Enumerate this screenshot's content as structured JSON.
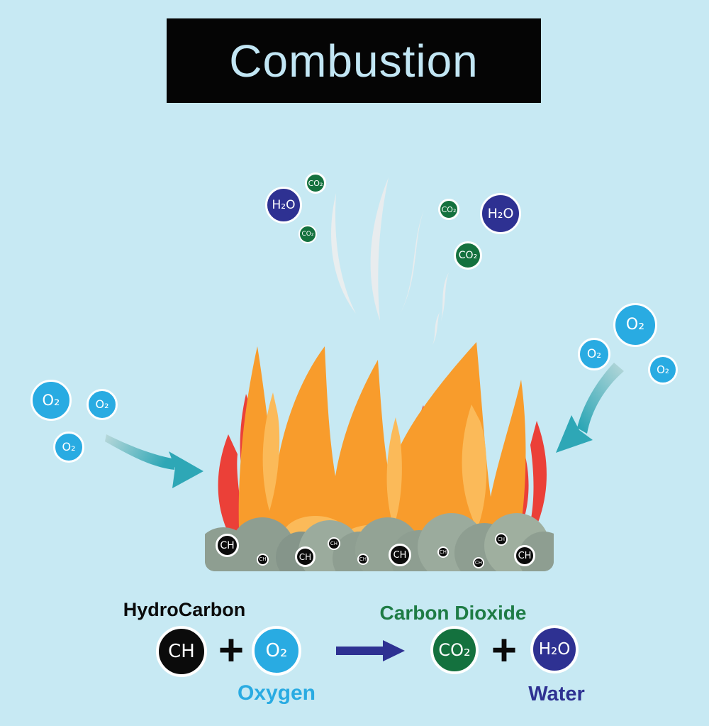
{
  "title": {
    "text": "Combustion"
  },
  "scene": {
    "exhaust_molecules_left": [
      {
        "formula": "CO₂"
      },
      {
        "formula": "H₂O"
      },
      {
        "formula": "CO₂"
      }
    ],
    "exhaust_molecules_right": [
      {
        "formula": "CO₂"
      },
      {
        "formula": "H₂O"
      },
      {
        "formula": "CO₂"
      }
    ],
    "oxygen_molecules_left": [
      {
        "formula": "O₂"
      },
      {
        "formula": "O₂"
      },
      {
        "formula": "O₂"
      }
    ],
    "oxygen_molecules_right": [
      {
        "formula": "O₂"
      },
      {
        "formula": "O₂"
      },
      {
        "formula": "O₂"
      }
    ],
    "fuel_molecules": [
      {
        "formula": "CH"
      },
      {
        "formula": "CH"
      },
      {
        "formula": "CH"
      },
      {
        "formula": "CH"
      },
      {
        "formula": "CH"
      },
      {
        "formula": "CH"
      },
      {
        "formula": "CH"
      },
      {
        "formula": "CH"
      },
      {
        "formula": "CH"
      },
      {
        "formula": "CH"
      }
    ]
  },
  "equation": {
    "reactant1_name": "HydroCarbon",
    "reactant1_formula": "CH",
    "plus1": "+",
    "reactant2_formula": "O₂",
    "reactant2_name": "Oxygen",
    "product1_name": "Carbon Dioxide",
    "product1_formula": "CO₂",
    "plus2": "+",
    "product2_formula": "H₂O",
    "product2_name": "Water"
  },
  "colors": {
    "background": "#C7E9F3",
    "title_bg": "#050505",
    "title_text": "#C2E6F4",
    "oxygen_blue": "#29ABE2",
    "water_dark_blue": "#2E3192",
    "carbon_dioxide_green": "#14713E",
    "carbon_dioxide_label_green": "#1E7C45",
    "hydrocarbon_black": "#0B0B0B",
    "flame_orange": "#F89C2C",
    "flame_light_orange": "#FBBA59",
    "flame_red": "#EB4038",
    "rock_gray_green": "#8E9E91",
    "arrow_teal": "#2EA7B6",
    "smoke_white": "#EAEDEE"
  }
}
